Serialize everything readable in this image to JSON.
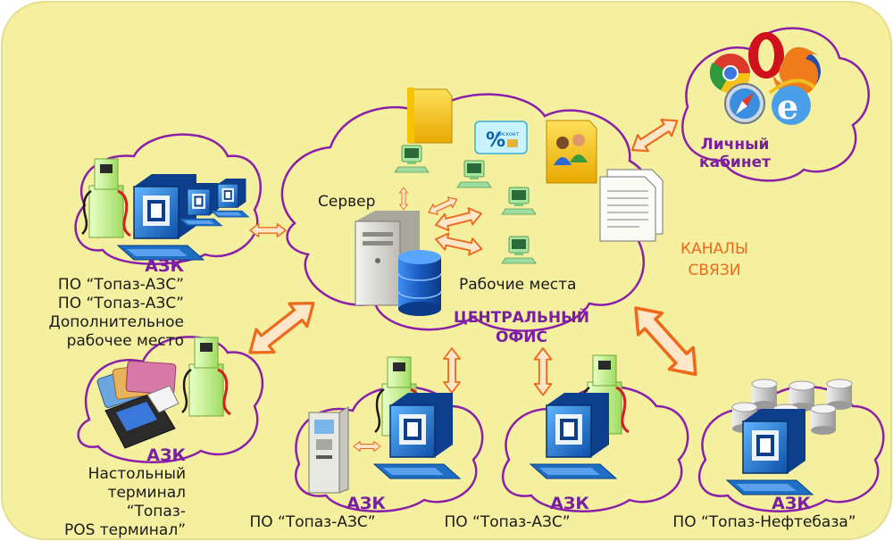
{
  "colors": {
    "background": "#f5f0a0",
    "cloud_outline": "#8b1fa8",
    "arrow": "#ee6a1a",
    "azs_label": "#7a1fa2",
    "server_db": "#1d5fb8",
    "monitor": "#1e6fc4",
    "pump": "#c6f090"
  },
  "central_office": {
    "title_line1": "ЦЕНТРАЛЬНЫЙ",
    "title_line2": "ОФИС",
    "server_label": "Сервер",
    "workplaces_label": "Рабочие места",
    "discount_card_text": "дисконт"
  },
  "channels": {
    "line1": "КАНАЛЫ",
    "line2": "СВЯЗИ"
  },
  "personal_account": {
    "line1": "Личный",
    "line2": "кабинет",
    "browser_icons": [
      "chrome-icon",
      "opera-icon",
      "firefox-icon",
      "safari-icon",
      "ie-icon"
    ]
  },
  "stations": {
    "left_top": {
      "title": "АЗК",
      "lines": [
        "ПО “Топаз-АЗС”",
        "ПО “Топаз-АЗС”",
        "Дополнительное",
        "рабочее место"
      ]
    },
    "left_bottom": {
      "title": "АЗК",
      "lines": [
        "Настольный",
        "терминал",
        "“Топаз-",
        "POS терминал”"
      ]
    },
    "bottom_1": {
      "title": "АЗК",
      "lines": [
        "ПО “Топаз-АЗС”"
      ]
    },
    "bottom_2": {
      "title": "АЗК",
      "lines": [
        "ПО “Топаз-АЗС”"
      ]
    },
    "bottom_3": {
      "title": "АЗК",
      "lines": [
        "ПО “Топаз-Нефтебаза”"
      ]
    }
  }
}
